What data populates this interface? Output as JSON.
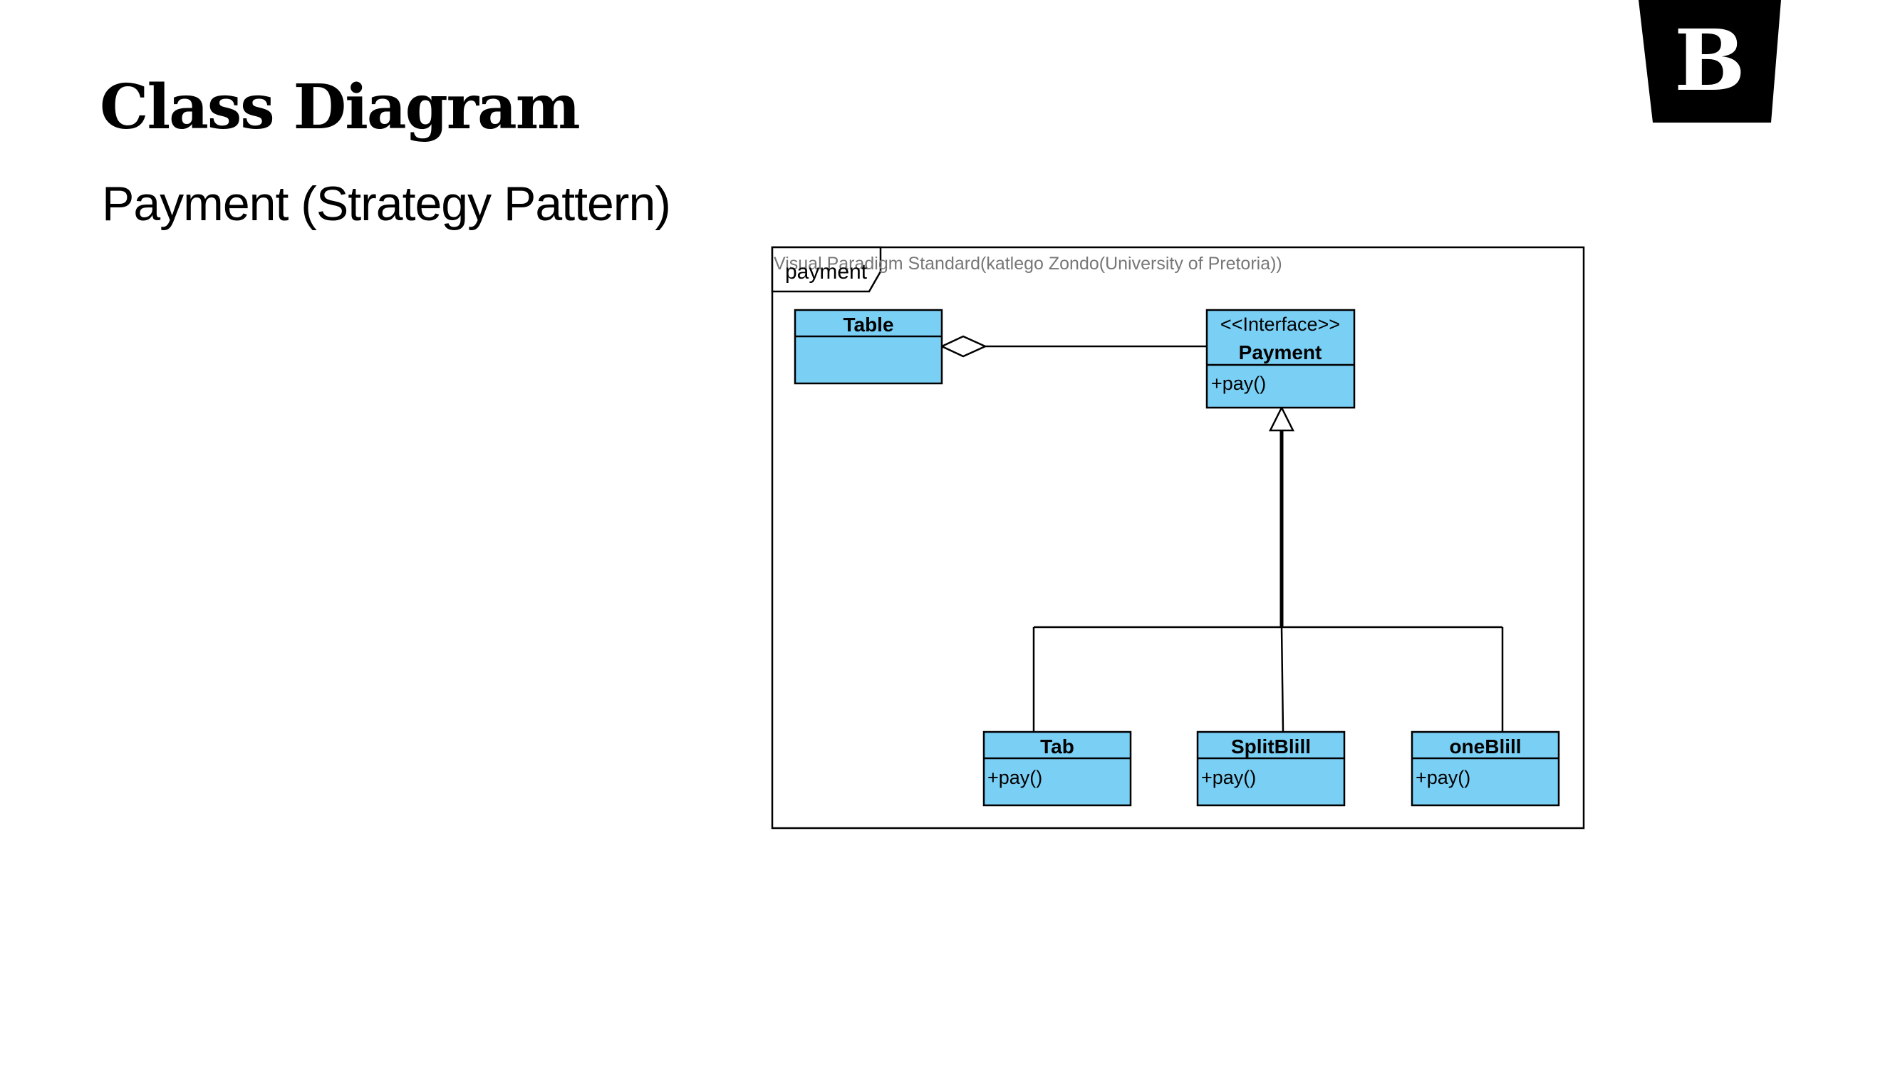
{
  "slide": {
    "title": "Class Diagram",
    "subtitle": "Payment (Strategy Pattern)",
    "logo_letter": "B"
  },
  "diagram": {
    "frame_label": "payment",
    "watermark": "Visual Paradigm Standard(katlego Zondo(University of Pretoria))",
    "class_fill": "#7ACFF5",
    "classes": {
      "table": {
        "name": "Table"
      },
      "payment": {
        "stereotype": "<<Interface>>",
        "name": "Payment",
        "operation": "+pay()"
      },
      "tab": {
        "name": "Tab",
        "operation": "+pay()"
      },
      "split_bill": {
        "name": "SplitBlill",
        "operation": "+pay()"
      },
      "one_bill": {
        "name": "oneBlill",
        "operation": "+pay()"
      }
    },
    "relationships": [
      {
        "type": "aggregation",
        "whole": "Table",
        "part": "Payment"
      },
      {
        "type": "realization",
        "from": "Tab",
        "to": "Payment"
      },
      {
        "type": "realization",
        "from": "SplitBlill",
        "to": "Payment"
      },
      {
        "type": "realization",
        "from": "oneBlill",
        "to": "Payment"
      }
    ]
  }
}
